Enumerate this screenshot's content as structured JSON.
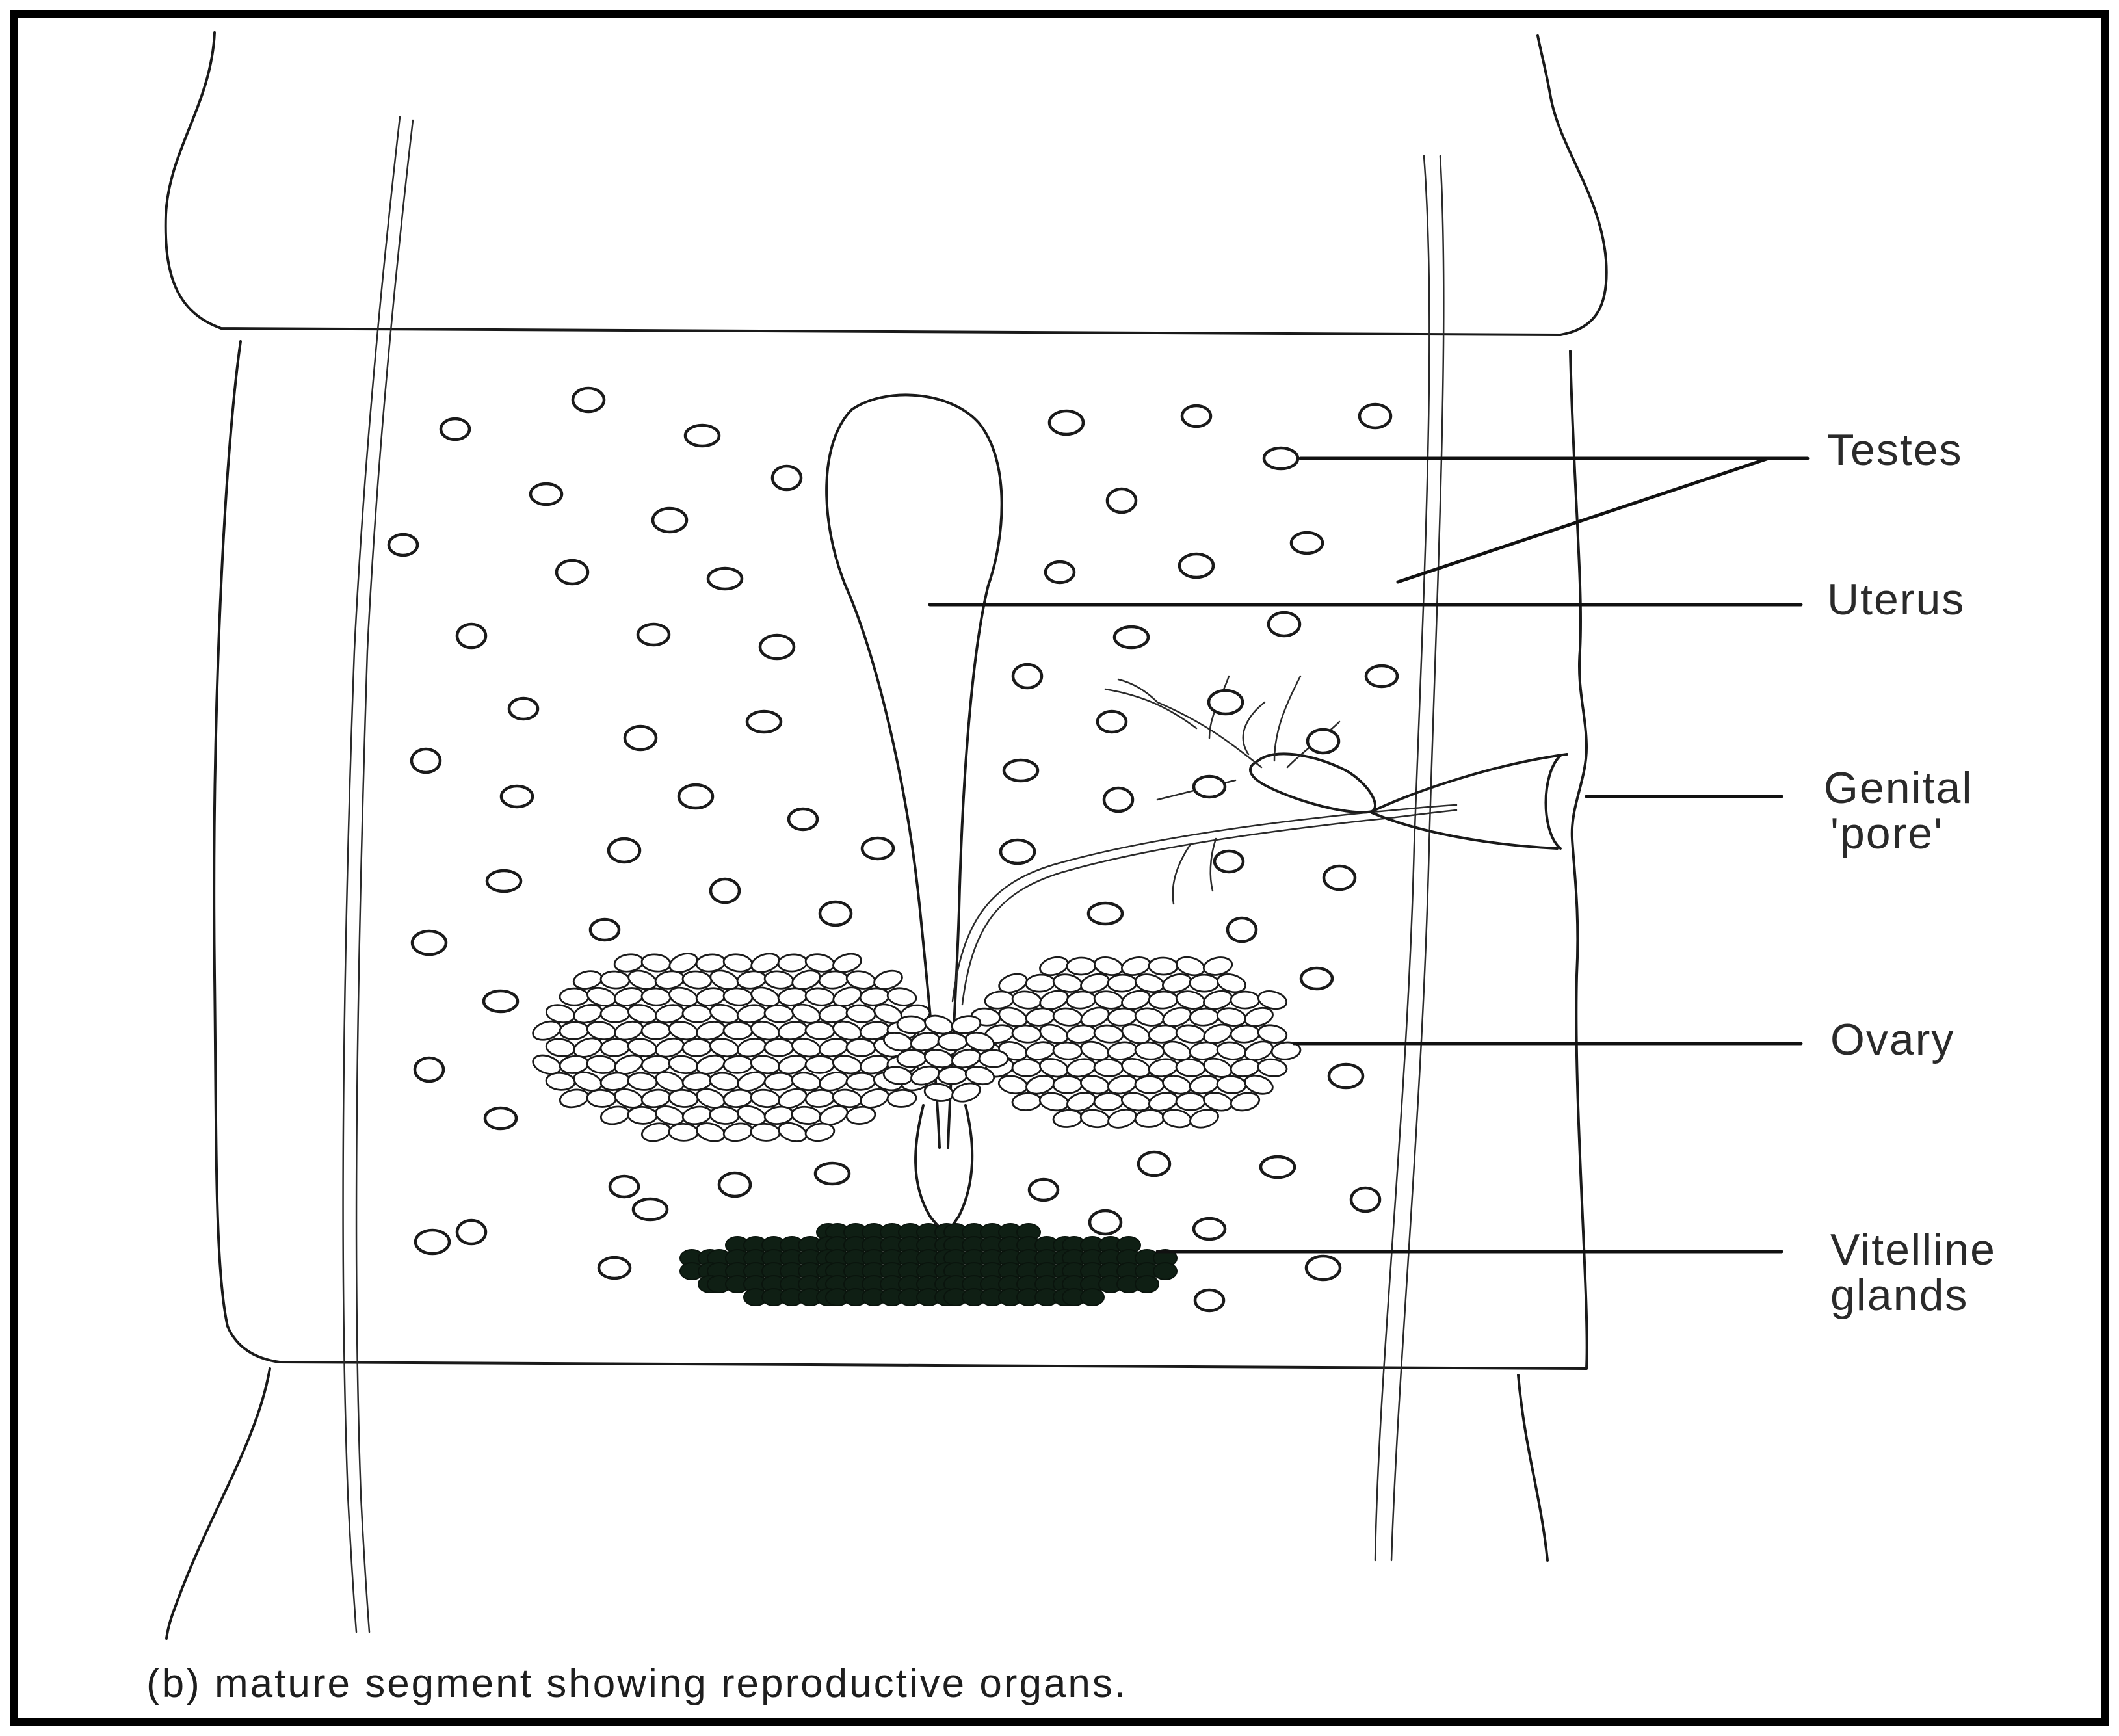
{
  "labels": {
    "testes": "Testes",
    "uterus": "Uterus",
    "genital_line1": "Genital",
    "genital_line2": "'pore'",
    "ovary": "Ovary",
    "vitelline_line1": "Vitelline",
    "vitelline_line2": "glands"
  },
  "caption": "(b)  mature segment showing reproductive organs.",
  "colors": {
    "ink": "#1a1a1a",
    "vitelline_fill": "#0f1f14",
    "background": "#ffffff",
    "frame": "#000000"
  }
}
